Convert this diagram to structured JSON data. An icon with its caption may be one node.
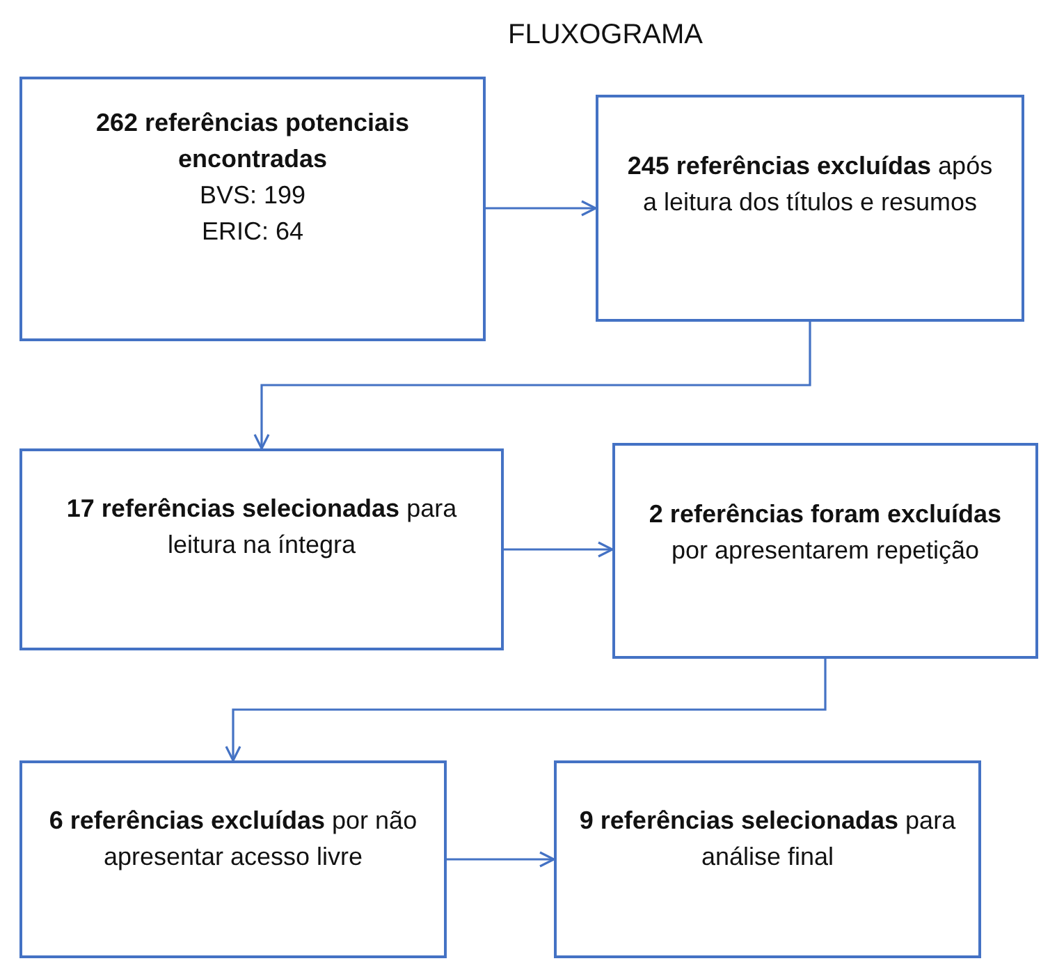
{
  "diagram": {
    "title": "FLUXOGRAMA",
    "nodes": [
      {
        "text": [
          "262 referências potenciais encontradas",
          "BVS: 199",
          "ERIC: 64"
        ]
      },
      {
        "text": [
          "**245 referências excluídas** após a leitura dos títulos e resumos"
        ]
      },
      {
        "text": [
          "**17 referências selecionadas** para leitura na íntegra"
        ]
      },
      {
        "text": [
          "**2 referências foram excluídas** por apresentarem repetição"
        ]
      },
      {
        "text": [
          "**6 referências excluídas** por não apresentar acesso livre"
        ]
      },
      {
        "text": [
          "**9 referências selecionadas** para análise final"
        ]
      }
    ],
    "edges": [
      {
        "from": 0,
        "to": 1,
        "arrow": "to"
      },
      {
        "from": 1,
        "to": 2,
        "arrow": "to"
      },
      {
        "from": 2,
        "to": 3,
        "arrow": "to"
      },
      {
        "from": 3,
        "to": 4,
        "arrow": "to"
      },
      {
        "from": 4,
        "to": 5,
        "arrow": "to"
      }
    ]
  }
}
